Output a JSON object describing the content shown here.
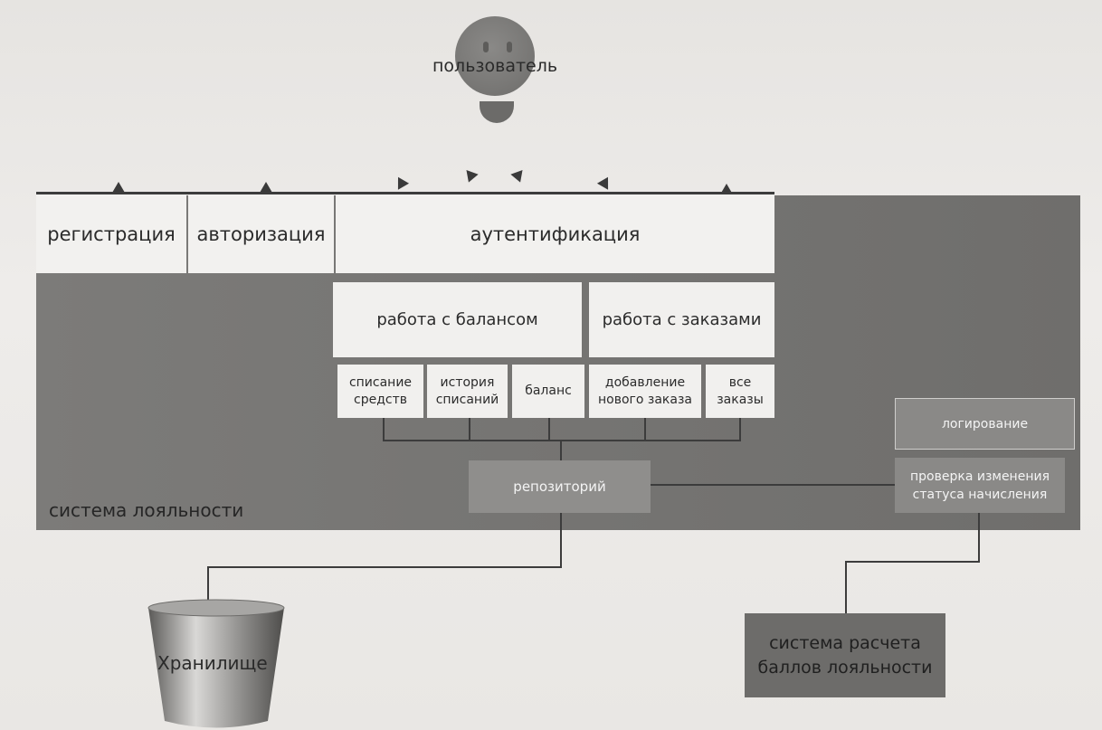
{
  "user": {
    "label": "пользователь"
  },
  "header": {
    "registration": "регистрация",
    "authorization": "авторизация",
    "authentication": "аутентификация"
  },
  "modules": {
    "balance_work": "работа с балансом",
    "orders_work": "работа с заказами"
  },
  "operations": {
    "debit_line1": "списание",
    "debit_line2": "средств",
    "history_line1": "история",
    "history_line2": "списаний",
    "balance": "баланс",
    "add_order_line1": "добавление",
    "add_order_line2": "нового заказа",
    "all_orders_line1": "все",
    "all_orders_line2": "заказы"
  },
  "repository": "репозиторий",
  "logging": "логирование",
  "status_check_line1": "проверка изменения",
  "status_check_line2": "статуса начисления",
  "system_label": "система лояльности",
  "storage": "Хранилище",
  "calc_system_line1": "система расчета",
  "calc_system_line2": "баллов лояльности",
  "colors": {
    "panel": "#767573",
    "box": "#f1f0ee",
    "repository_box": "#8f8e8c",
    "background": "#eae8e5"
  }
}
